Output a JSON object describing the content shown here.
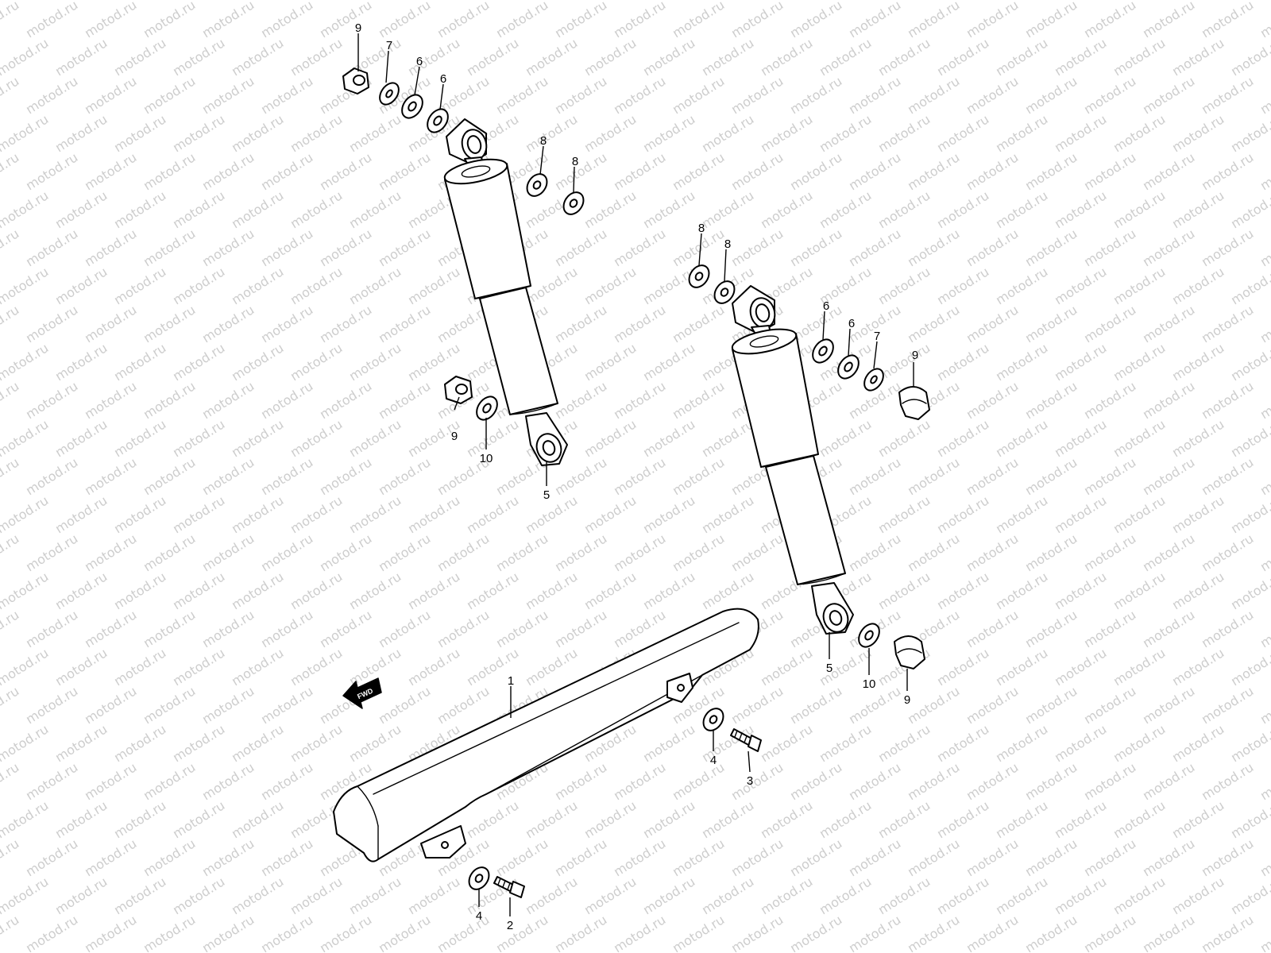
{
  "diagram": {
    "watermark": "motod.ru",
    "direction_arrow": {
      "label": "FWD",
      "icon": "fwd-arrow-icon"
    },
    "colors": {
      "line": "#000000",
      "background": "#ffffff",
      "watermark": "#9c9c9c"
    },
    "callouts": [
      {
        "id": "c1",
        "number": "1"
      },
      {
        "id": "c2",
        "number": "2"
      },
      {
        "id": "c3",
        "number": "3"
      },
      {
        "id": "c4a",
        "number": "4"
      },
      {
        "id": "c4b",
        "number": "4"
      },
      {
        "id": "c5a",
        "number": "5"
      },
      {
        "id": "c5b",
        "number": "5"
      },
      {
        "id": "c6a",
        "number": "6"
      },
      {
        "id": "c6b",
        "number": "6"
      },
      {
        "id": "c6c",
        "number": "6"
      },
      {
        "id": "c6d",
        "number": "6"
      },
      {
        "id": "c7a",
        "number": "7"
      },
      {
        "id": "c7b",
        "number": "7"
      },
      {
        "id": "c8a",
        "number": "8"
      },
      {
        "id": "c8b",
        "number": "8"
      },
      {
        "id": "c8c",
        "number": "8"
      },
      {
        "id": "c8d",
        "number": "8"
      },
      {
        "id": "c9a",
        "number": "9"
      },
      {
        "id": "c9b",
        "number": "9"
      },
      {
        "id": "c9c",
        "number": "9"
      },
      {
        "id": "c9d",
        "number": "9"
      },
      {
        "id": "c10a",
        "number": "10"
      },
      {
        "id": "c10b",
        "number": "10"
      }
    ]
  }
}
